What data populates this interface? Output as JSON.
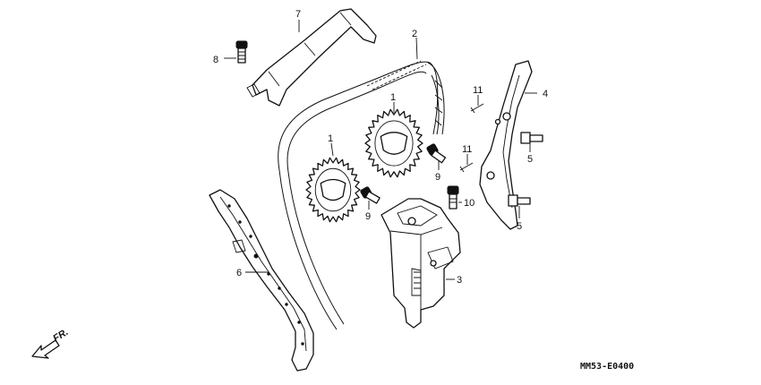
{
  "diagram": {
    "callouts": [
      {
        "id": "c7",
        "text": "7"
      },
      {
        "id": "c8",
        "text": "8"
      },
      {
        "id": "c2",
        "text": "2"
      },
      {
        "id": "c1a",
        "text": "1"
      },
      {
        "id": "c1b",
        "text": "1"
      },
      {
        "id": "c11a",
        "text": "11"
      },
      {
        "id": "c11b",
        "text": "11"
      },
      {
        "id": "c4",
        "text": "4"
      },
      {
        "id": "c5a",
        "text": "5"
      },
      {
        "id": "c5b",
        "text": "5"
      },
      {
        "id": "c9a",
        "text": "9"
      },
      {
        "id": "c9b",
        "text": "9"
      },
      {
        "id": "c10",
        "text": "10"
      },
      {
        "id": "c3",
        "text": "3"
      },
      {
        "id": "c6",
        "text": "6"
      }
    ],
    "direction_label": "FR.",
    "diagram_code": "MM53-E0400"
  }
}
